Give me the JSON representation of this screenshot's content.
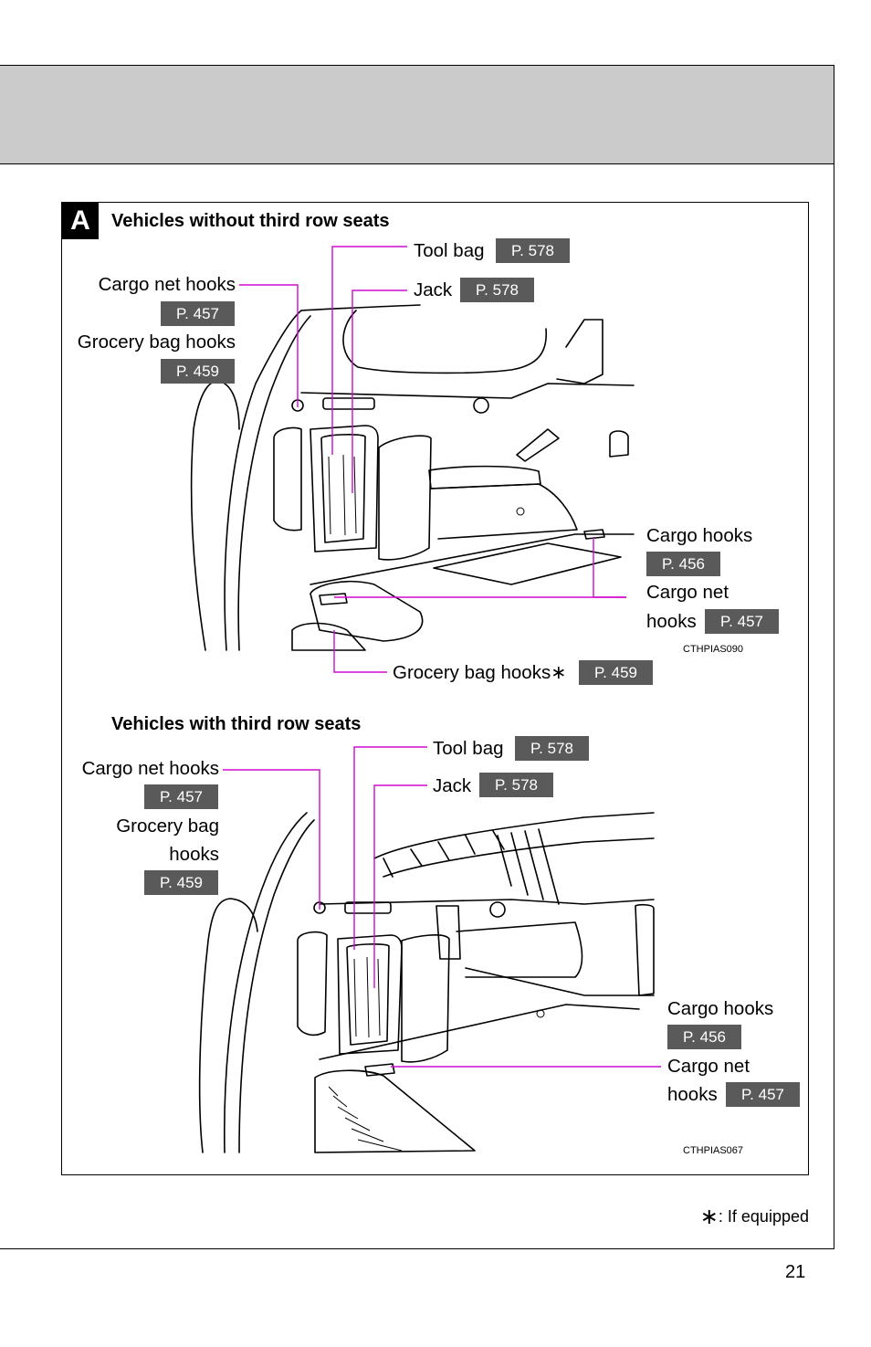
{
  "section_badge": "A",
  "page_number": "21",
  "footnote": {
    "star": "∗",
    "text": ": If equipped"
  },
  "diagram1": {
    "title": "Vehicles without third row seats",
    "code": "CTHPIAS090",
    "labels": {
      "tool_bag": "Tool bag",
      "tool_bag_page": "P. 578",
      "jack": "Jack",
      "jack_page": "P. 578",
      "cargo_net_hooks": "Cargo net hooks",
      "cargo_net_hooks_page": "P. 457",
      "grocery_bag_hooks": "Grocery bag hooks",
      "grocery_bag_hooks_page": "P. 459",
      "cargo_hooks": "Cargo hooks",
      "cargo_hooks_page": "P. 456",
      "cargo_net_line1": "Cargo net",
      "cargo_net_line2": "hooks",
      "cargo_net_page": "P. 457",
      "grocery_bag_star": "Grocery bag hooks∗",
      "grocery_bag_star_page": "P. 459"
    }
  },
  "diagram2": {
    "title": "Vehicles with third row seats",
    "code": "CTHPIAS067",
    "labels": {
      "tool_bag": "Tool bag",
      "tool_bag_page": "P. 578",
      "jack": "Jack",
      "jack_page": "P. 578",
      "cargo_net_hooks": "Cargo net hooks",
      "cargo_net_hooks_page": "P. 457",
      "grocery_line1": "Grocery bag",
      "grocery_line2": "hooks",
      "grocery_page": "P. 459",
      "cargo_hooks": "Cargo hooks",
      "cargo_hooks_page": "P. 456",
      "cargo_net_line1": "Cargo net",
      "cargo_net_line2": "hooks",
      "cargo_net_page": "P. 457"
    }
  },
  "colors": {
    "callout": "#d10ad1",
    "page_ref_bg": "#5a5a5a",
    "header_band": "#cbcbcb"
  }
}
